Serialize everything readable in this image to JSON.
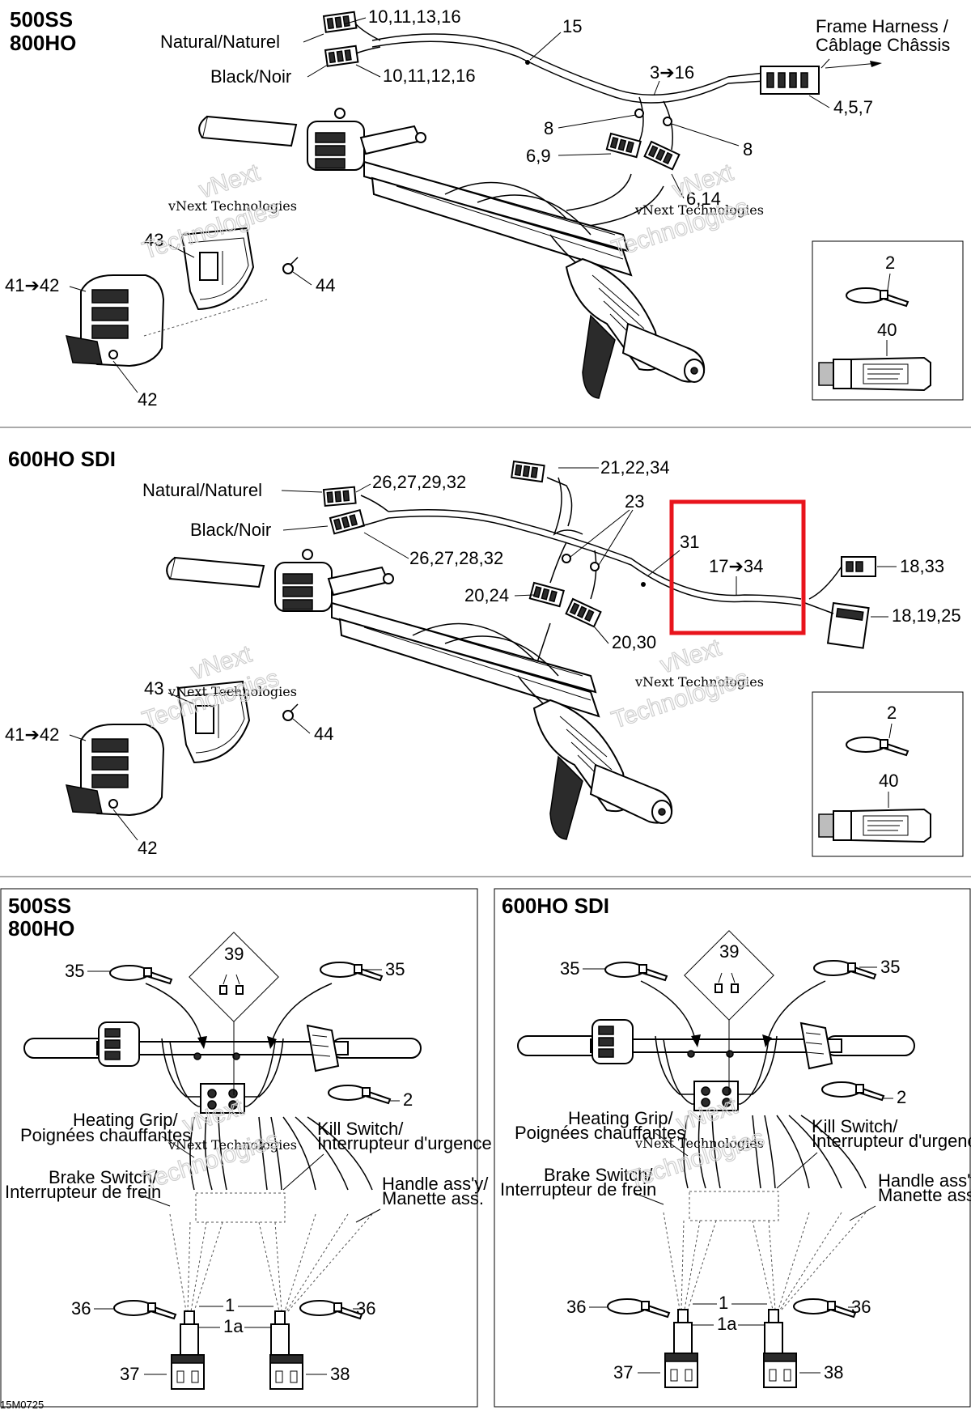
{
  "diagram_code": "15M0725",
  "watermark": {
    "line1": "vNext Technologies",
    "ghost1": "vNext",
    "ghost2": "Technologies"
  },
  "highlight_color": "#e8141c",
  "section1": {
    "title_line1": "500SS",
    "title_line2": "800HO",
    "labels": {
      "p_10_11_13_16": "10,11,13,16",
      "natural": "Natural/Naturel",
      "black": "Black/Noir",
      "p_10_11_12_16": "10,11,12,16",
      "p_15": "15",
      "frame_harness_1": "Frame Harness /",
      "frame_harness_2": "Câblage Châssis",
      "p_3_16": "3➔16",
      "p_4_5_7": "4,5,7",
      "p_8a": "8",
      "p_8b": "8",
      "p_6_9": "6,9",
      "p_6_14": "6,14",
      "p_43": "43",
      "p_44": "44",
      "p_41_42": "41➔42",
      "p_42": "42",
      "p_2": "2",
      "p_40": "40"
    }
  },
  "section2": {
    "title": "600HO SDI",
    "labels": {
      "p_21_22_34": "21,22,34",
      "natural": "Natural/Naturel",
      "p_26_27_29_32": "26,27,29,32",
      "black": "Black/Noir",
      "p_26_27_28_32": "26,27,28,32",
      "p_23": "23",
      "p_31": "31",
      "p_17_34": "17➔34",
      "p_18_33": "18,33",
      "p_18_19_25": "18,19,25",
      "p_20_24": "20,24",
      "p_20_30": "20,30",
      "p_43": "43",
      "p_44": "44",
      "p_41_42": "41➔42",
      "p_42": "42",
      "p_2": "2",
      "p_40": "40"
    }
  },
  "section3": {
    "title_line1": "500SS",
    "title_line2": "800HO",
    "labels": {
      "p_39": "39",
      "p_35a": "35",
      "p_35b": "35",
      "p_2": "2",
      "heating_1": "Heating Grip/",
      "heating_2": "Poignées chauffantes",
      "kill_1": "Kill Switch/",
      "kill_2": "Interrupteur d'urgence",
      "brake_1": "Brake Switch/",
      "brake_2": "Interrupteur de frein",
      "handle_1": "Handle ass'y/",
      "handle_2": "Manette ass.",
      "p_1": "1",
      "p_1a": "1a",
      "p_36a": "36",
      "p_36b": "36",
      "p_37": "37",
      "p_38": "38"
    }
  },
  "section4": {
    "title": "600HO SDI",
    "labels": {
      "p_39": "39",
      "p_35a": "35",
      "p_35b": "35",
      "p_2": "2",
      "heating_1": "Heating Grip/",
      "heating_2": "Poignées chauffantes",
      "kill_1": "Kill Switch/",
      "kill_2": "Interrupteur d'urgence",
      "brake_1": "Brake Switch/",
      "brake_2": "Interrupteur de frein",
      "handle_1": "Handle ass'y/",
      "handle_2": "Manette ass.",
      "p_1": "1",
      "p_1a": "1a",
      "p_36a": "36",
      "p_36b": "36",
      "p_37": "37",
      "p_38": "38"
    }
  }
}
